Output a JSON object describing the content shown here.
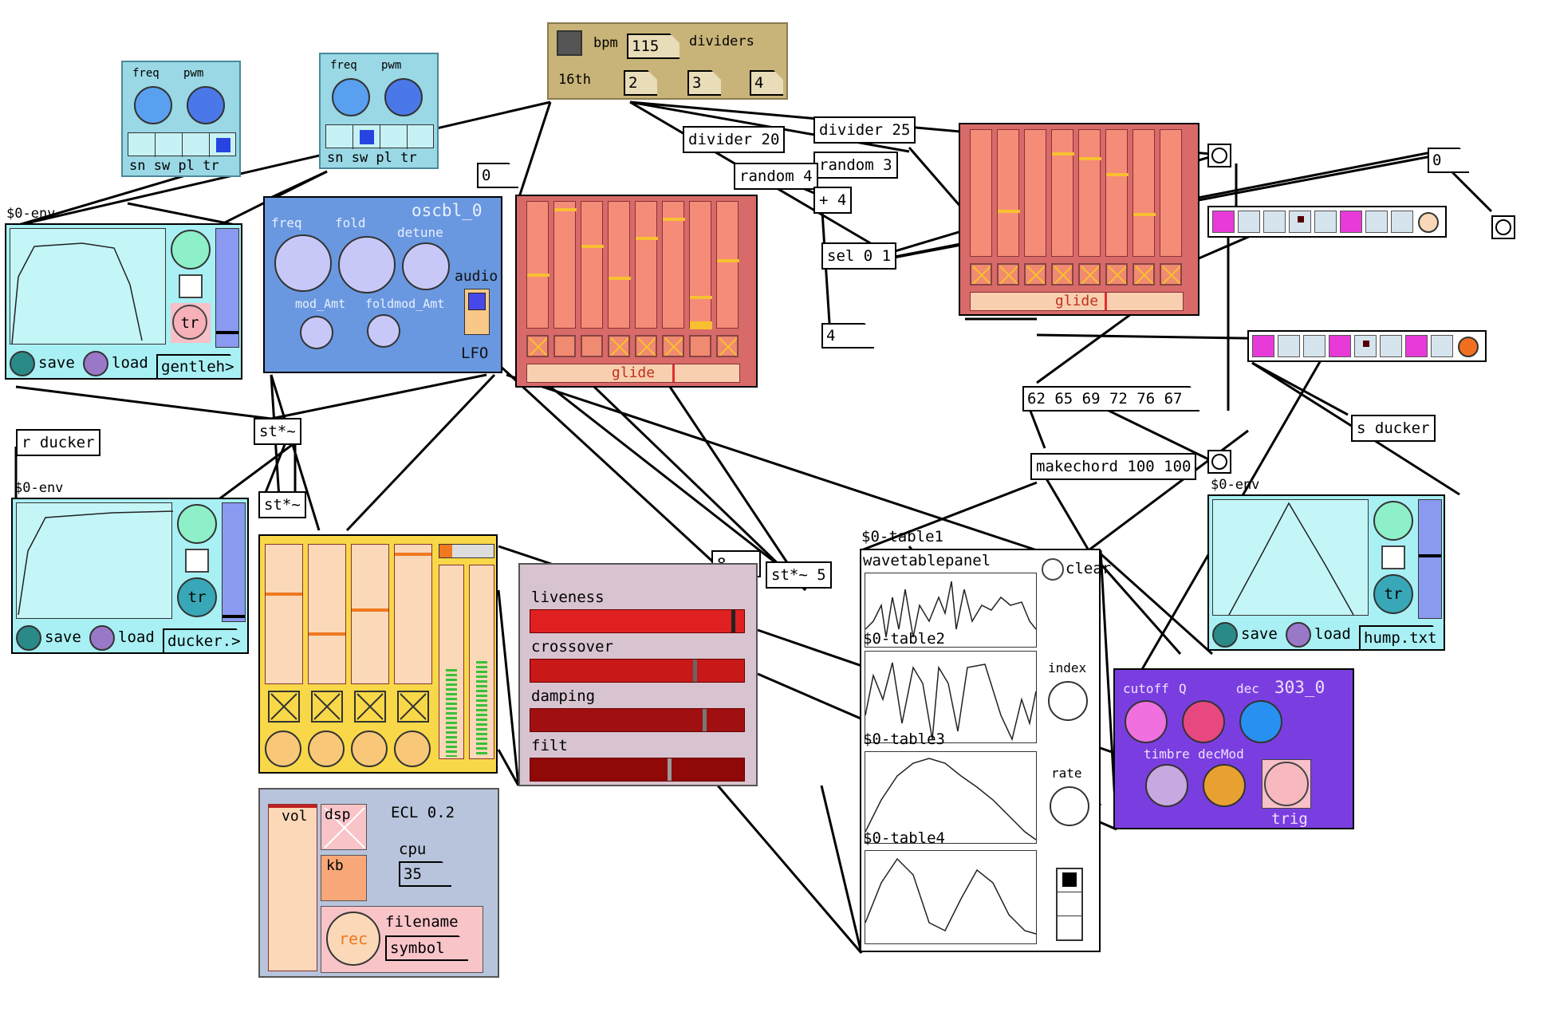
{
  "clock": {
    "bpm_label": "bpm",
    "bpm": "115",
    "dividers_label": "dividers",
    "sixteenth_label": "16th",
    "div_a": "2",
    "div_b": "3",
    "div_c": "4"
  },
  "objects": {
    "divider20": "divider 20",
    "divider25": "divider 25",
    "random3": "random 3",
    "random4": "random 4",
    "plus4": "+ 4",
    "sel01": "sel 0 1",
    "num4": "4",
    "num0_left": "0",
    "num0_right": "0",
    "chord_list": "62 65 69 72 76 67",
    "makechord": "makechord 100 100",
    "s_ducker": "s ducker",
    "r_ducker": "r ducker",
    "st1": "st*~",
    "st2": "st*~",
    "obj_lower": "st*~ 5",
    "obj_lower_hidden": "8"
  },
  "osc_small_1": {
    "freq": "freq",
    "pwm": "pwm",
    "waves": "sn sw pl tr"
  },
  "osc_small_2": {
    "freq": "freq",
    "pwm": "pwm",
    "waves": "sn sw pl tr"
  },
  "env_1": {
    "title": "$0-env",
    "tr": "tr",
    "save": "save",
    "load": "load",
    "file": "gentleh>"
  },
  "env_2": {
    "title": "$0-env",
    "tr": "tr",
    "save": "save",
    "load": "load",
    "file": "ducker.>"
  },
  "env_3": {
    "title": "$0-env",
    "tr": "tr",
    "save": "save",
    "load": "load",
    "file": "hump.txt"
  },
  "oscbl": {
    "title": "oscbl_0",
    "freq": "freq",
    "fold": "fold",
    "detune": "detune",
    "audio": "audio",
    "mod_amt": "mod_Amt",
    "foldmod_amt": "foldmod_Amt",
    "lfo": "LFO"
  },
  "seq_1": {
    "glide": "glide"
  },
  "seq_2": {
    "glide": "glide"
  },
  "reverb": {
    "liveness": "liveness",
    "crossover": "crossover",
    "damping": "damping",
    "filt": "filt"
  },
  "ecl": {
    "vol": "vol",
    "dsp": "dsp",
    "title": "ECL 0.2",
    "cpu_label": "cpu",
    "cpu": "35",
    "kb": "kb",
    "rec": "rec",
    "filename": "filename",
    "symbol": "symbol"
  },
  "wavetable": {
    "t1": "$0-table1",
    "panel": "wavetablepanel",
    "t2": "$0-table2",
    "t3": "$0-table3",
    "t4": "$0-table4",
    "clear": "clear",
    "index": "index",
    "rate": "rate"
  },
  "synth303": {
    "cutoff": "cutoff",
    "q": "Q",
    "dec": "dec",
    "title": "303_0",
    "timbre": "timbre",
    "decmod": "decMod",
    "trig": "trig"
  },
  "colors": {
    "cyan_panel": "#a8f0f4",
    "osc_panel": "#99d8e4",
    "seq_bg": "#d86a6a",
    "seq_slot": "#f48c78",
    "yellow": "#f8d848",
    "reverb_bg": "#d8c4d0",
    "purple": "#7a3ee0",
    "ecl_bg": "#b8c4dc",
    "clock_bg": "#c8b478"
  }
}
